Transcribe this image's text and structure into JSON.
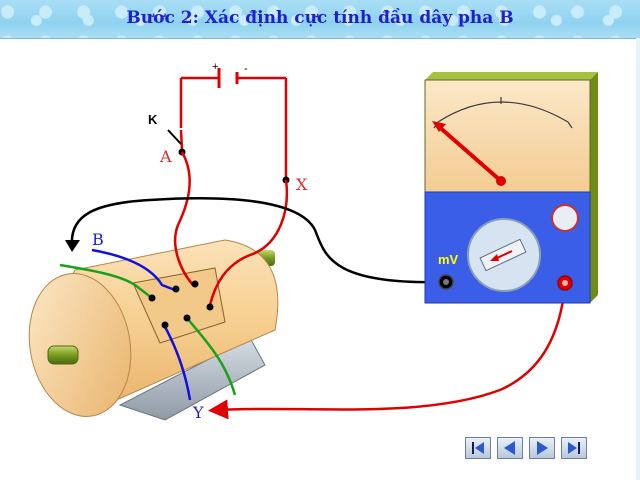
{
  "title": "Bước 2: Xác định cực tính đầu dây pha B",
  "labels": {
    "plus": "+",
    "minus": "-",
    "switch": "K",
    "A": "A",
    "X": "X",
    "B": "B",
    "Y": "Y",
    "mv": "mV"
  },
  "colors": {
    "wire_red": "#e00000",
    "wire_blue": "#1010e0",
    "wire_green": "#1aa01a",
    "wire_black": "#000000",
    "label_red": "#d03030",
    "label_blue": "#2020d0",
    "meter_face": "#f7d8a8",
    "meter_body": "#3b5ee8",
    "meter_side": "#80a020"
  },
  "meter": {
    "needle_direction": "deflected-left"
  },
  "nav_buttons": [
    "first-icon",
    "previous-icon",
    "next-icon",
    "last-icon"
  ]
}
